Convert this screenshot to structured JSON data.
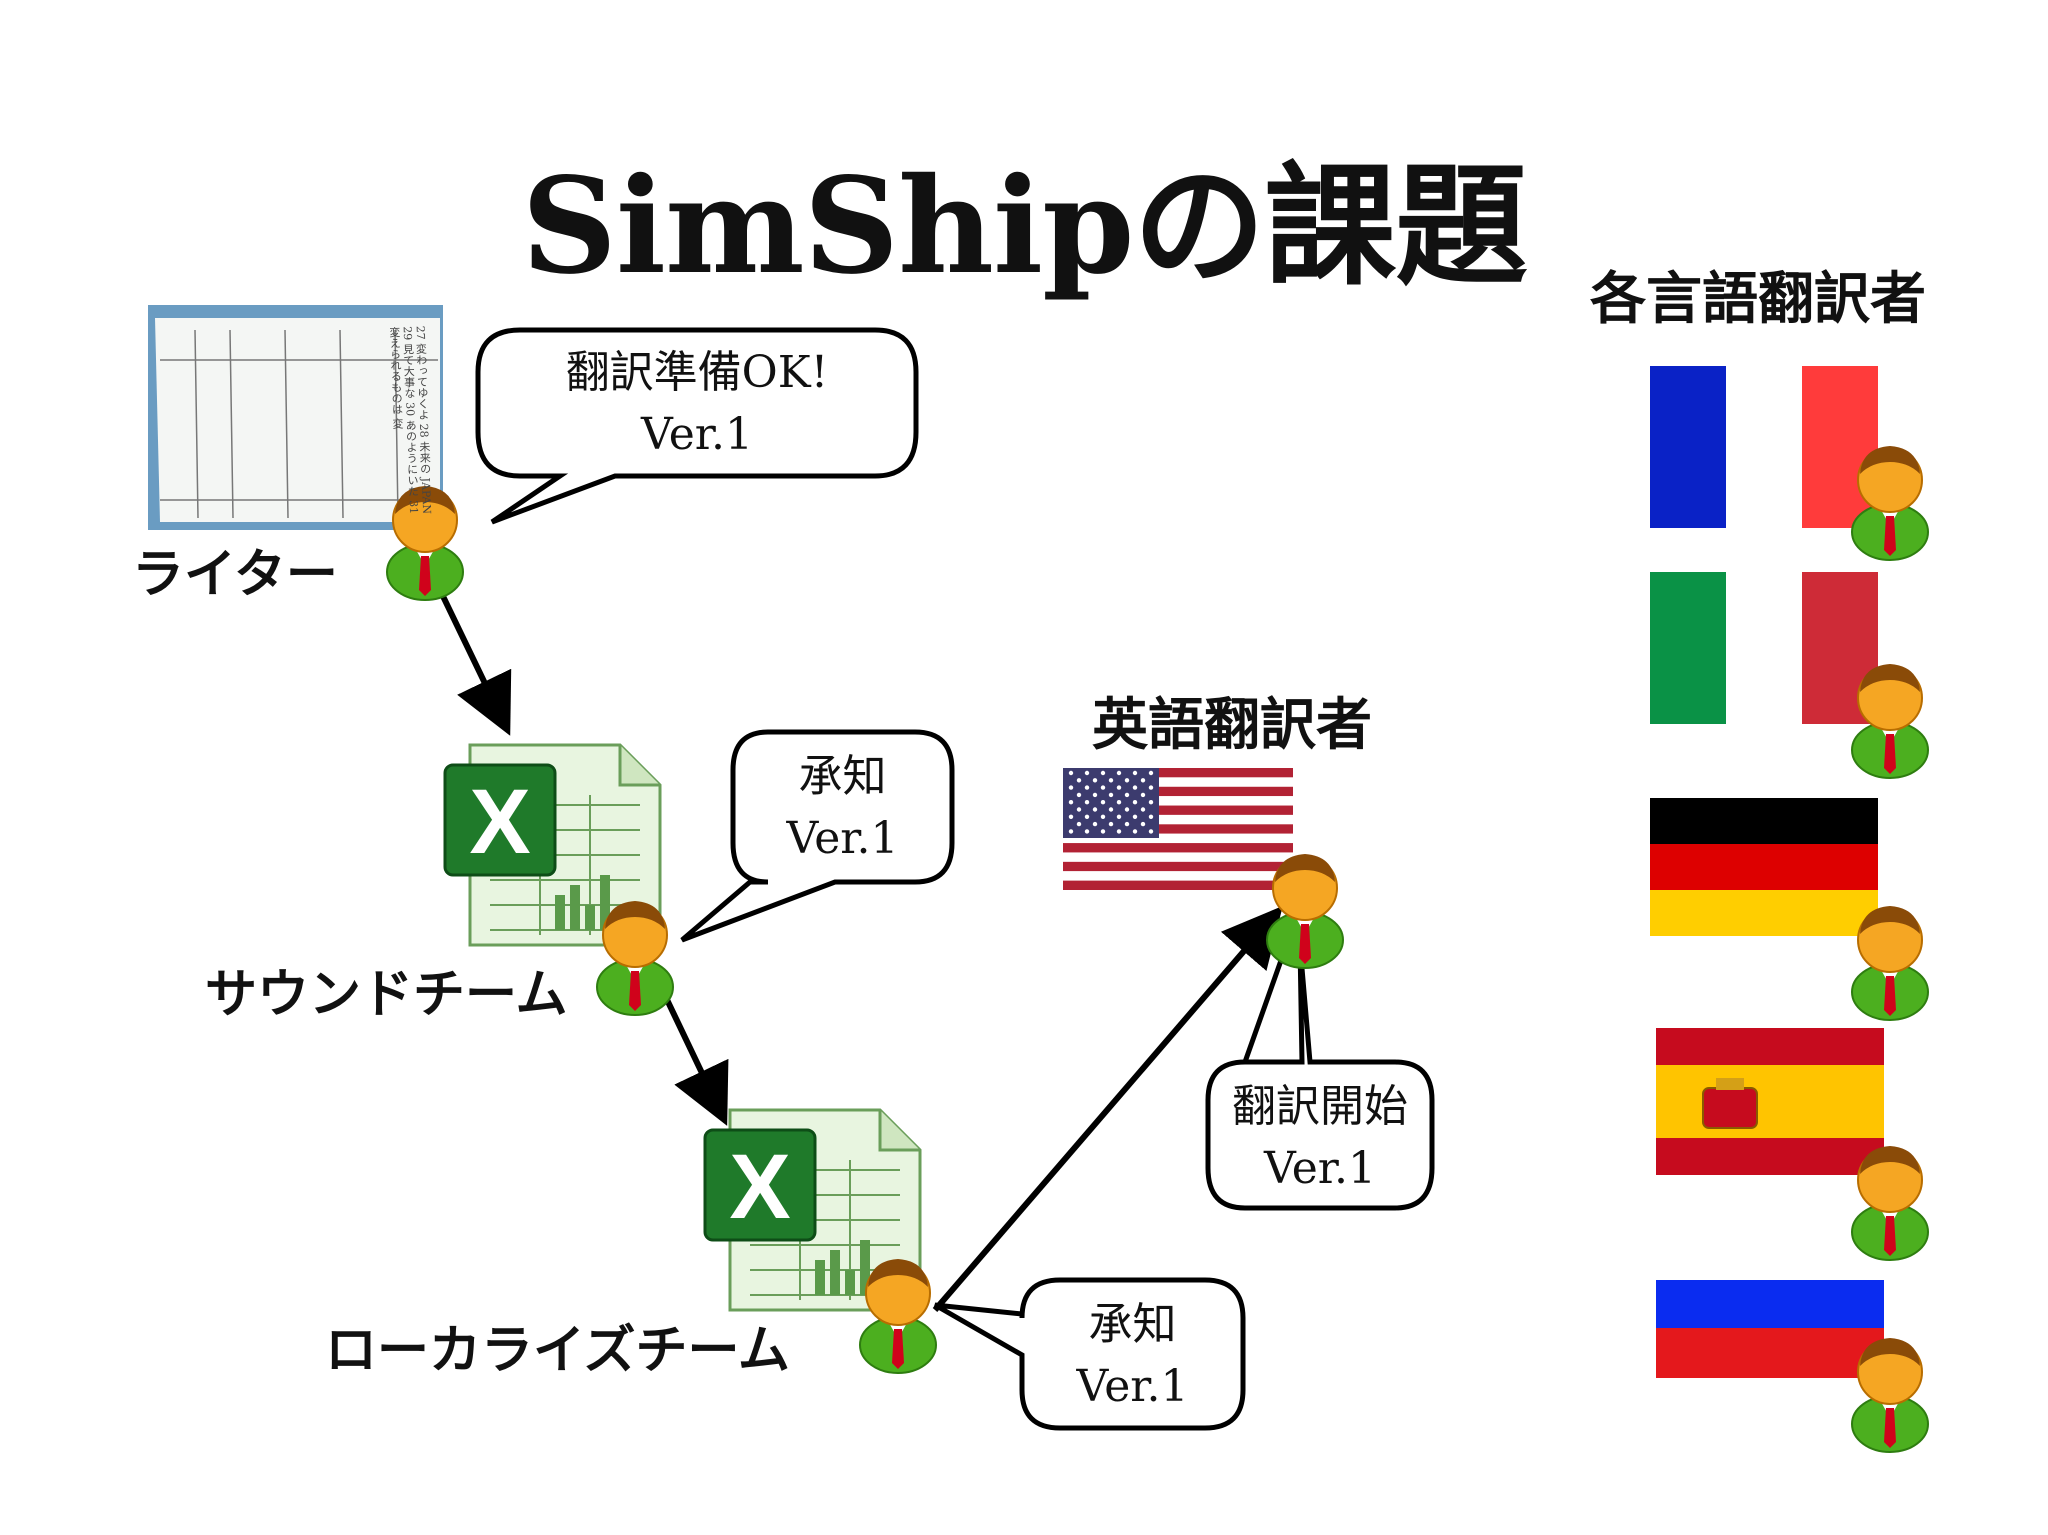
{
  "title": "SimShipの課題",
  "labels": {
    "writer": "ライター",
    "sound_team": "サウンドチーム",
    "localize_team": "ローカライズチーム",
    "english_translator": "英語翻訳者",
    "all_translators": "各言語翻訳者"
  },
  "bubbles": {
    "writer": {
      "line1": "翻訳準備OK!",
      "line2": "Ver.1"
    },
    "sound": {
      "line1": "承知",
      "line2": "Ver.1"
    },
    "localize": {
      "line1": "承知",
      "line2": "Ver.1"
    },
    "english": {
      "line1": "翻訳開始",
      "line2": "Ver.1"
    }
  },
  "document_text": [
    "27",
    "28",
    "29",
    "30",
    "31",
    "変わってゆくよ",
    "未来の",
    "JAPAN",
    "見て大事な",
    "あのようにいた",
    "変えられるものは",
    "変"
  ],
  "colors": {
    "person_skin": "#f5a623",
    "person_body": "#4caf1f",
    "tie": "#d0021b",
    "excel_green": "#1f7a2a",
    "france": [
      "#0a22c6",
      "#ffffff",
      "#ff3b3b"
    ],
    "italy": [
      "#0a9246",
      "#ffffff",
      "#ce2b37"
    ],
    "germany": [
      "#000000",
      "#dd0000",
      "#ffce00"
    ],
    "spain": [
      "#c60b1e",
      "#ffc400"
    ],
    "russia": [
      "#ffffff",
      "#0a2cf0",
      "#e4181c"
    ],
    "usa_red": "#b22234",
    "usa_blue": "#3c3b6e"
  },
  "icons": [
    "person-icon",
    "excel-file-icon",
    "document-photo",
    "flag-france",
    "flag-italy",
    "flag-germany",
    "flag-spain",
    "flag-russia",
    "flag-usa"
  ]
}
